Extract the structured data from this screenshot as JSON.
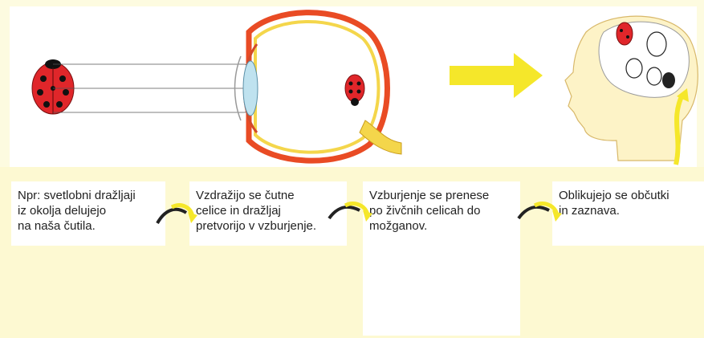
{
  "steps": [
    {
      "text": "Npr: svetlobni dražljaji\niz okolja delujejo\nna naša čutila."
    },
    {
      "text": "Vzdražijo se čutne\ncelice in dražljaj\npretvorijo v vzburjenje."
    },
    {
      "text": "Vzburjenje se prenese\npo živčnih celicah do\nmožganov."
    },
    {
      "text": "Oblikujejo se občutki\nin zaznava."
    }
  ],
  "colors": {
    "yellow_arrow": "#f5e72a",
    "ladybug_red": "#e0262a",
    "eye_outer": "#e94b24",
    "eye_yellow": "#f4d64b",
    "lens_blue": "#bfe2ef",
    "background": "#fdf9d2"
  },
  "icons": [
    "ladybug-icon",
    "eye-diagram",
    "head-brain-diagram",
    "neuron-diagram",
    "curved-arrow-icon"
  ]
}
